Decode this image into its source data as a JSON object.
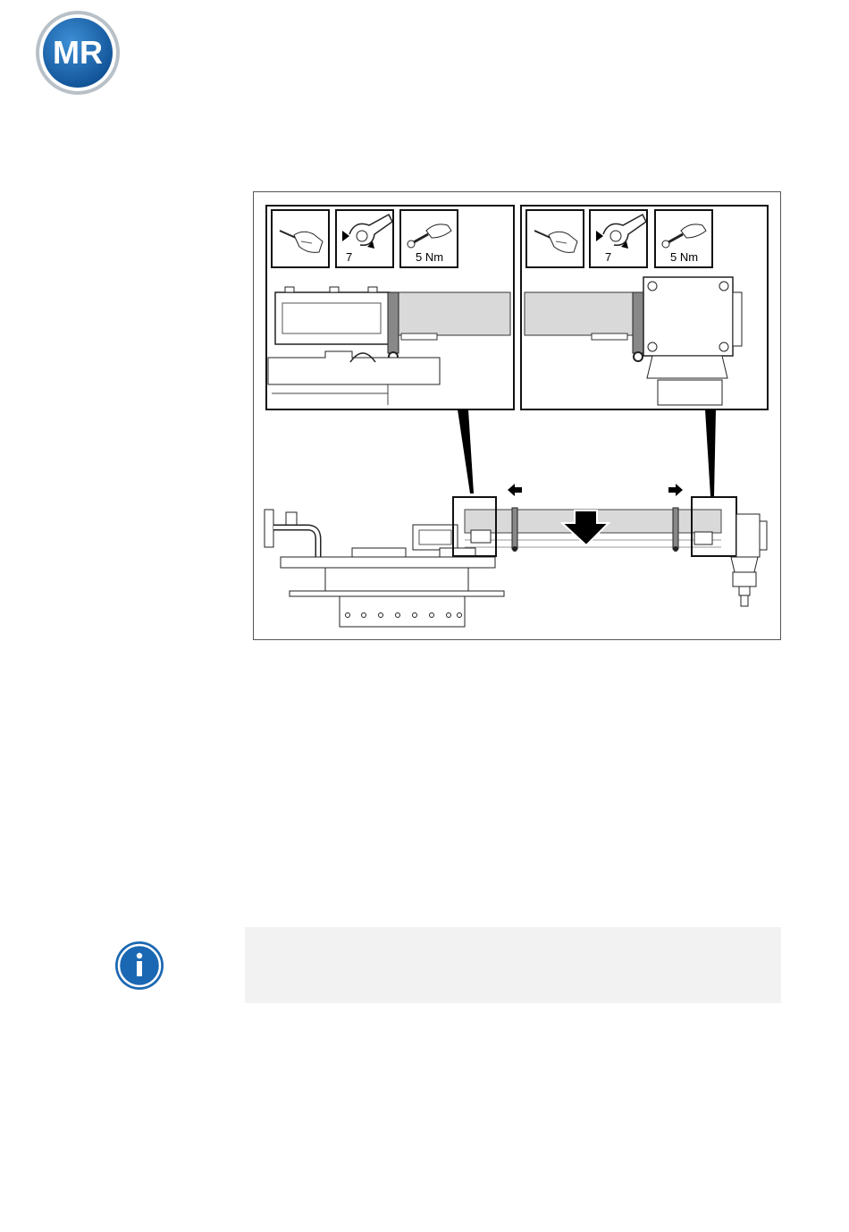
{
  "header": {
    "logo_text": "MR",
    "brand_color": "#1a68b3",
    "ring_color": "#9aa3ad"
  },
  "figure": {
    "detail_left": {
      "tool_1": "screwdriver-hand-icon",
      "tool_2_label": "7",
      "tool_3_label": "5 Nm"
    },
    "detail_right": {
      "tool_1": "screwdriver-hand-icon",
      "tool_2_label": "7",
      "tool_3_label": "5 Nm"
    },
    "arrow_color": "#000000",
    "shaft_color": "#d9d9d9"
  },
  "note": {
    "icon": "info-icon",
    "icon_color": "#1a68b3",
    "text": ""
  }
}
